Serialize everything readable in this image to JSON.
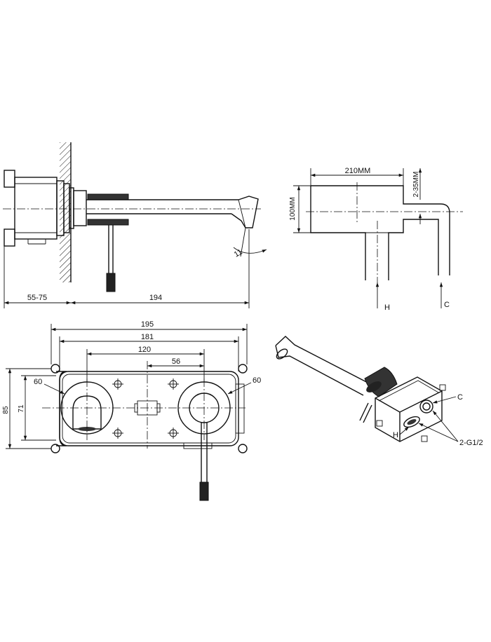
{
  "side_view": {
    "dim_wall": "55-75",
    "dim_spout": "194",
    "angle": "11"
  },
  "schematic": {
    "dim_width": "210MM",
    "dim_height": "100MM",
    "dim_depth": "2-35MM",
    "label_hot": "H",
    "label_cold": "C"
  },
  "front_view": {
    "dim_195": "195",
    "dim_181": "181",
    "dim_120": "120",
    "dim_56": "56",
    "dim_85": "85",
    "dim_71": "71",
    "dim_60_left": "60",
    "dim_60_right": "60"
  },
  "iso_view": {
    "label_cold": "C",
    "label_hot": "H",
    "label_threads": "2-G1/2"
  },
  "colors": {
    "line": "#111111",
    "background": "#ffffff"
  }
}
